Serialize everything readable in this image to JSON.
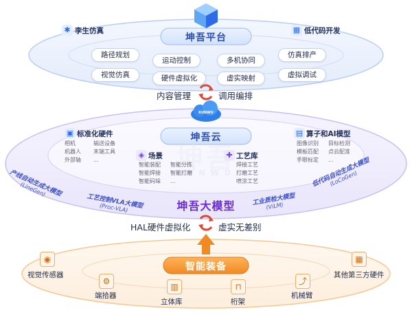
{
  "platform": {
    "title": "坤吾平台",
    "left_feature": "李生仿真",
    "right_feature": "低代码开发",
    "pills": [
      "路径规划",
      "运动控制",
      "多机协同",
      "仿真排产",
      "视觉仿真",
      "硬件虚拟化",
      "虚实映射",
      "虚拟调试"
    ]
  },
  "middle_arrows": {
    "left": "内容管理",
    "right": "调用编排"
  },
  "cloud_icon_label": "KUNWU",
  "cloud": {
    "title": "坤吾云",
    "hardware": {
      "title": "标准化硬件",
      "items": [
        "相机",
        "输送设备",
        "机器人",
        "末端工具",
        "外部轴",
        "..."
      ]
    },
    "algorithms": {
      "title": "算子和AI模型",
      "items": [
        "图像识别",
        "目标检测",
        "模板匹配",
        "点云配准",
        "手眼标定",
        "..."
      ]
    },
    "scenes": {
      "title": "场景",
      "items": [
        "智能装配",
        "智能分拣",
        "智能焊接",
        "智能打磨",
        "智能码垛",
        "..."
      ]
    },
    "process": {
      "title": "工艺库",
      "items": [
        "焊接工艺",
        "打磨工艺",
        "喷涂工艺",
        "..."
      ]
    },
    "watermark": "坤吾",
    "watermark_sub": "KUNWU"
  },
  "models": {
    "title": "坤吾大模型",
    "items": [
      {
        "name": "产线自动生成大模型",
        "sub": "(LineGen)"
      },
      {
        "name": "工艺控制VLA大模型",
        "sub": "(Proc-VLA)"
      },
      {
        "name": "工业质检大模型",
        "sub": "(ViLM)"
      },
      {
        "name": "低代码自动生成大模型",
        "sub": "(LoCoGen)"
      }
    ]
  },
  "lower_arrows": {
    "left": "HAL硬件虚拟化",
    "right": "虚实无差别"
  },
  "equipment": {
    "title": "智能装备",
    "devices": [
      "视觉传感器",
      "端拾器",
      "立体库",
      "桁架",
      "机械臂",
      "其他第三方硬件"
    ]
  },
  "colors": {
    "accent": "#2e6be6",
    "ring": "#b9cdf3",
    "orange": "#f08a24",
    "purple": "#6a4bd8"
  }
}
